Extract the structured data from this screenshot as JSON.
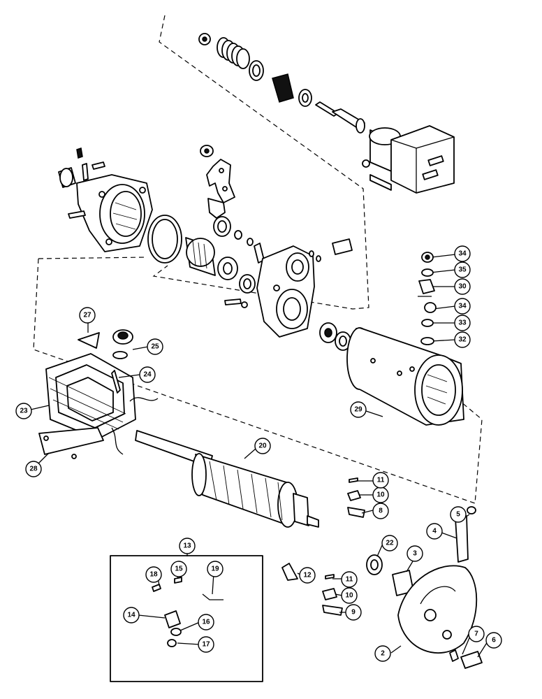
{
  "diagram": {
    "callouts": [
      "2",
      "3",
      "4",
      "5",
      "6",
      "7",
      "8",
      "9",
      "10",
      "10",
      "11",
      "11",
      "12",
      "13",
      "14",
      "15",
      "16",
      "17",
      "18",
      "19",
      "20",
      "22",
      "23",
      "24",
      "25",
      "27",
      "28",
      "29",
      "30",
      "32",
      "33",
      "34",
      "34",
      "35"
    ]
  }
}
